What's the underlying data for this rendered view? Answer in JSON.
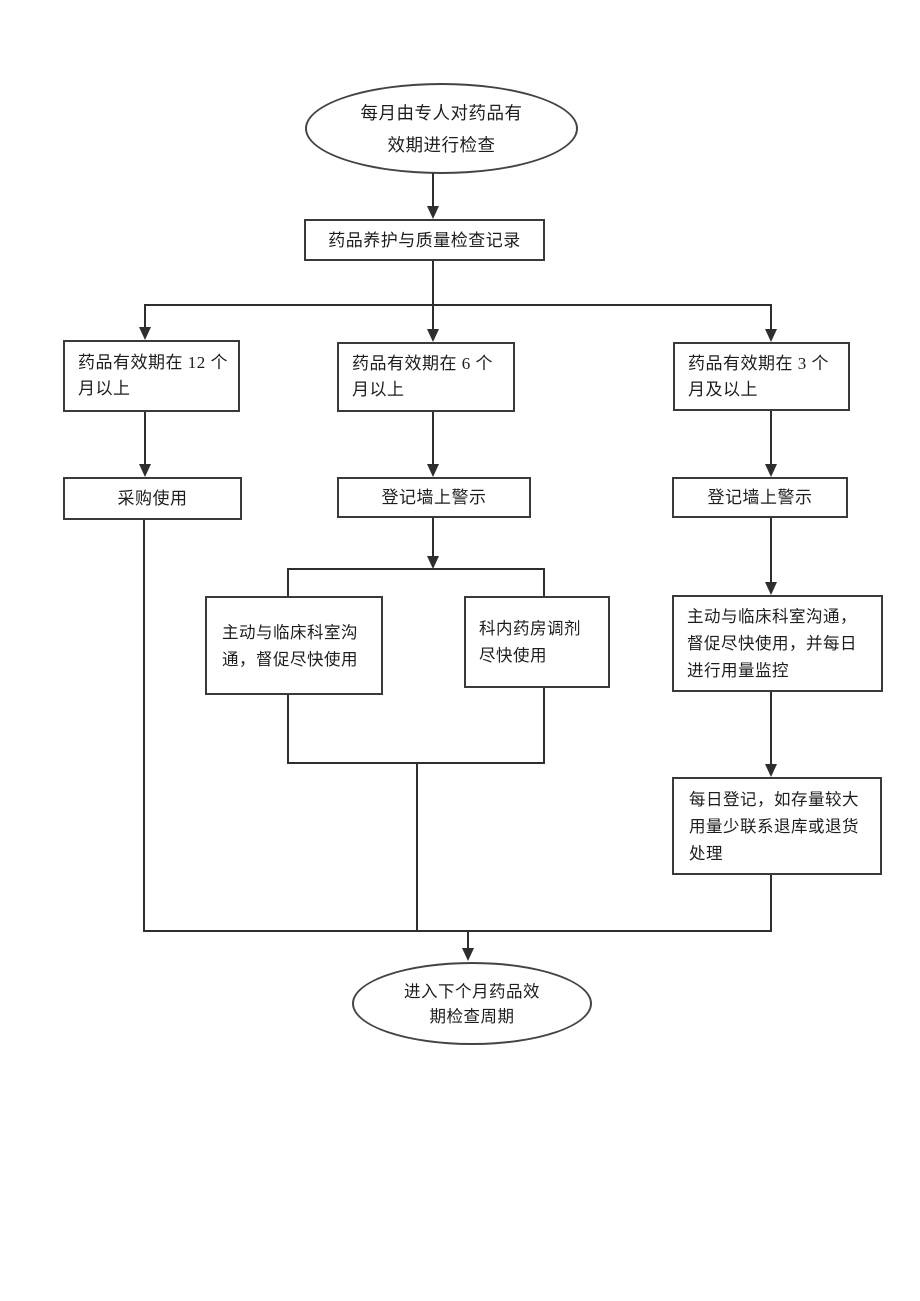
{
  "page": {
    "background_color": "#ffffff",
    "line_color": "#2e2e2e",
    "box_border_color": "#3a3a3a",
    "text_color": "#1d1d1d"
  },
  "flowchart": {
    "start": "每月由专人对药品有\n效期进行检查",
    "record": "药品养护与质量检查记录",
    "branch_12": "药品有效期在 12 个\n月以上",
    "branch_6": "药品有效期在 6 个\n月以上",
    "branch_3": "药品有效期在 3 个\n月及以上",
    "purchase": "采购使用",
    "wall_warning_6": "登记墙上警示",
    "wall_warning_3": "登记墙上警示",
    "communicate_6": "主动与临床科室沟\n通，督促尽快使用",
    "dispense": "科内药房调剂\n尽快使用",
    "communicate_3": "主动与临床科室沟通，\n督促尽快使用，并每日\n进行用量监控",
    "daily_log": "每日登记，如存量较大\n用量少联系退库或退货\n处理",
    "end": "进入下个月药品效\n期检查周期"
  }
}
